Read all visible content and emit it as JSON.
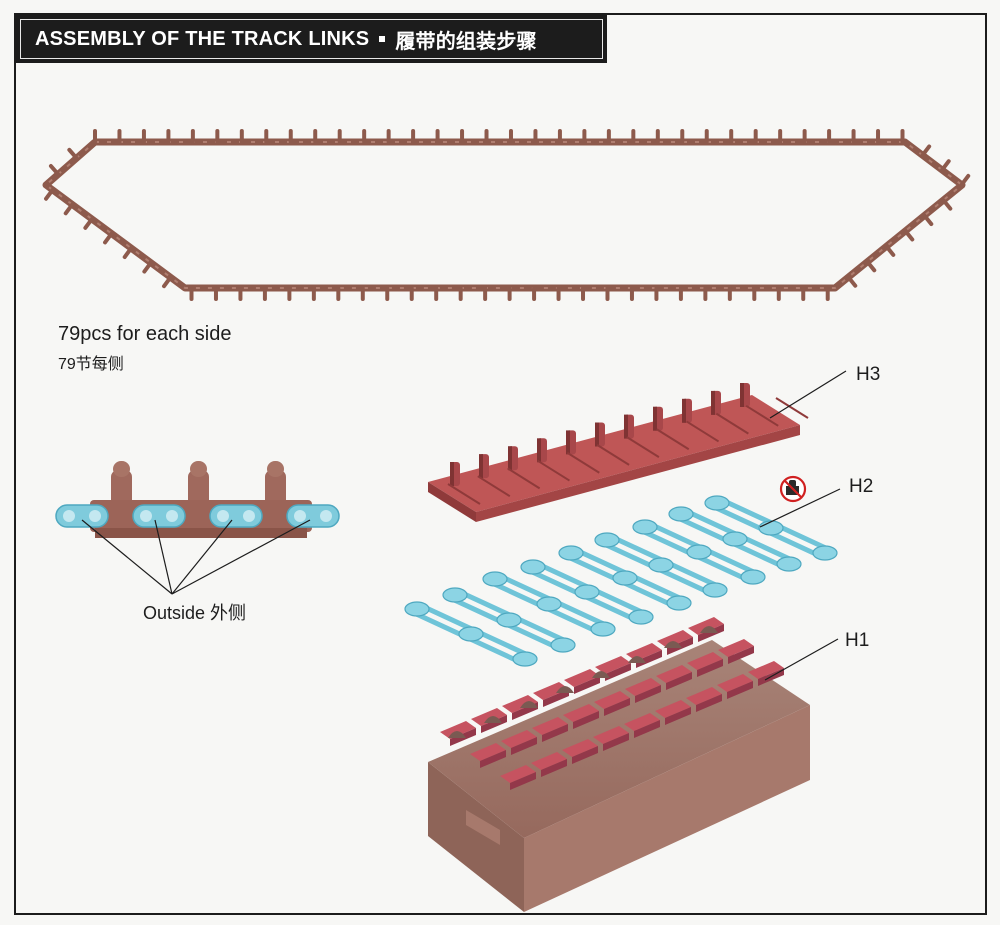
{
  "title": {
    "english": "ASSEMBLY OF THE TRACK LINKS",
    "chinese": "履带的组装步骤"
  },
  "link_count": {
    "english": "79pcs for each side",
    "chinese": "79节每侧"
  },
  "outside_label": "Outside 外侧",
  "parts": {
    "h3": "H3",
    "h2": "H2",
    "h1": "H1"
  },
  "colors": {
    "track_brown": "#8d5a4c",
    "link_red": "#c65a5a",
    "pin_cyan": "#80d0e0",
    "jig_brown": "#9a756a",
    "frame": "#1c1c1c",
    "no_glue_red": "#d02020"
  },
  "icons": {
    "no_glue": "no-glue-icon"
  }
}
